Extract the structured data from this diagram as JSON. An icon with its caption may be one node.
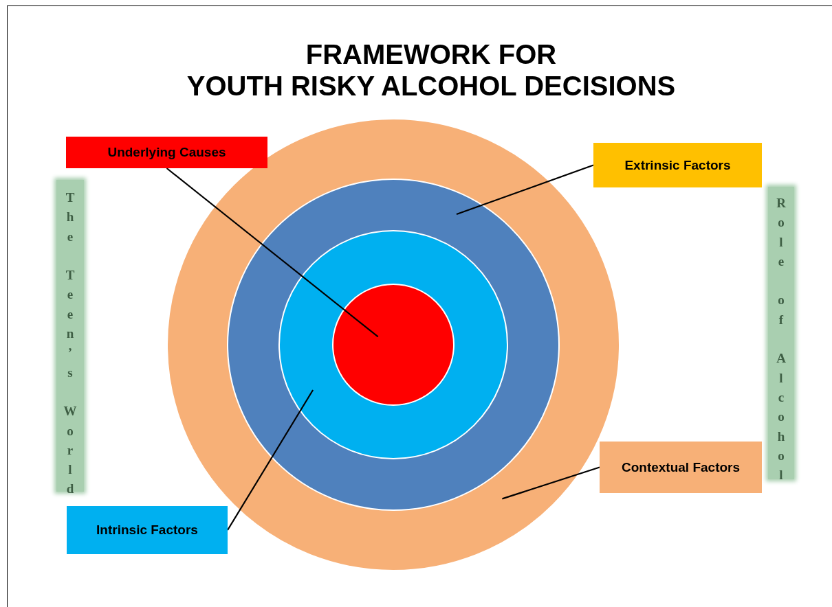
{
  "diagram": {
    "title": "FRAMEWORK FOR YOUTH RISKY ALCOHOL DECISIONS",
    "nodes": [
      {
        "text": [
          "Underlying Causes"
        ]
      },
      {
        "text": [
          "Extrinsic Factors"
        ]
      },
      {
        "text": [
          "The Teen’s World"
        ]
      },
      {
        "text": [
          "Role of Alcohol"
        ]
      },
      {
        "text": [],
        "shape": "circle"
      },
      {
        "text": [],
        "shape": "circle",
        "in": 4
      },
      {
        "text": [],
        "shape": "circle",
        "in": 5
      },
      {
        "text": [],
        "shape": "circle",
        "in": 6
      },
      {
        "text": [
          "Contextual Factors"
        ]
      },
      {
        "text": [
          "Intrinsic Factors"
        ]
      }
    ],
    "edges": [
      {
        "from": 0,
        "to": 7,
        "arrow": "none"
      },
      {
        "from": 1,
        "to": 5,
        "arrow": "none"
      },
      {
        "from": 8,
        "to": 4,
        "arrow": "none"
      },
      {
        "from": 9,
        "to": 6,
        "arrow": "none"
      }
    ]
  }
}
